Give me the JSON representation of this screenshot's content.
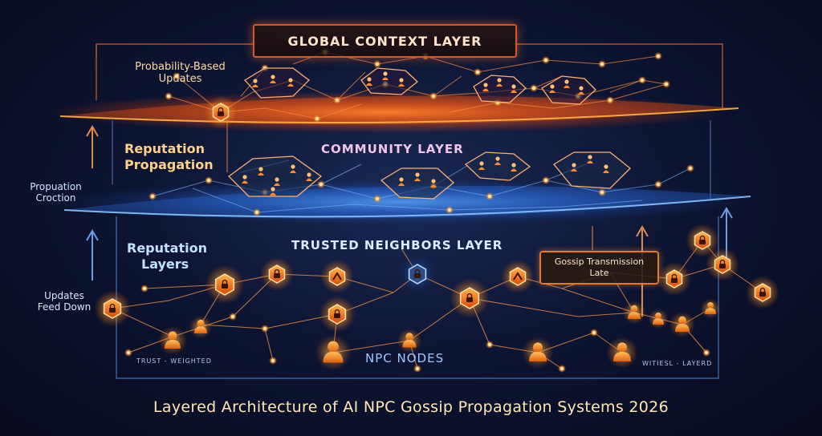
{
  "layers": {
    "global": "GLOBAL CONTEXT LAYER",
    "community": "COMMUNITY LAYER",
    "trusted": "TRUSTED NEIGHBORS LAYER",
    "npc": "NPC NODES"
  },
  "annotations": {
    "probability_updates": [
      "Probability-Based",
      "Updates"
    ],
    "reputation_propagation": [
      "Reputation",
      "Propagation"
    ],
    "propuation_croction": [
      "Propuation",
      "Croction"
    ],
    "reputation_layers": [
      "Reputation",
      "Layers"
    ],
    "updates_feed_down": [
      "Updates",
      "Feed Down"
    ],
    "gossip_transmission": [
      "Gossip Transmission",
      "Late"
    ],
    "trust_weighted": "TRUST - WEIGHTED",
    "witness_layers": "WITIESL - LAYERD"
  },
  "footer_title": "Layered Architecture of AI NPC Gossip Propagation Systems 2026",
  "colors": {
    "orange": "#ff7a1a",
    "glow_orange": "#ffb347",
    "blue": "#3a8dff",
    "frame_blue": "#4a6fb0"
  }
}
